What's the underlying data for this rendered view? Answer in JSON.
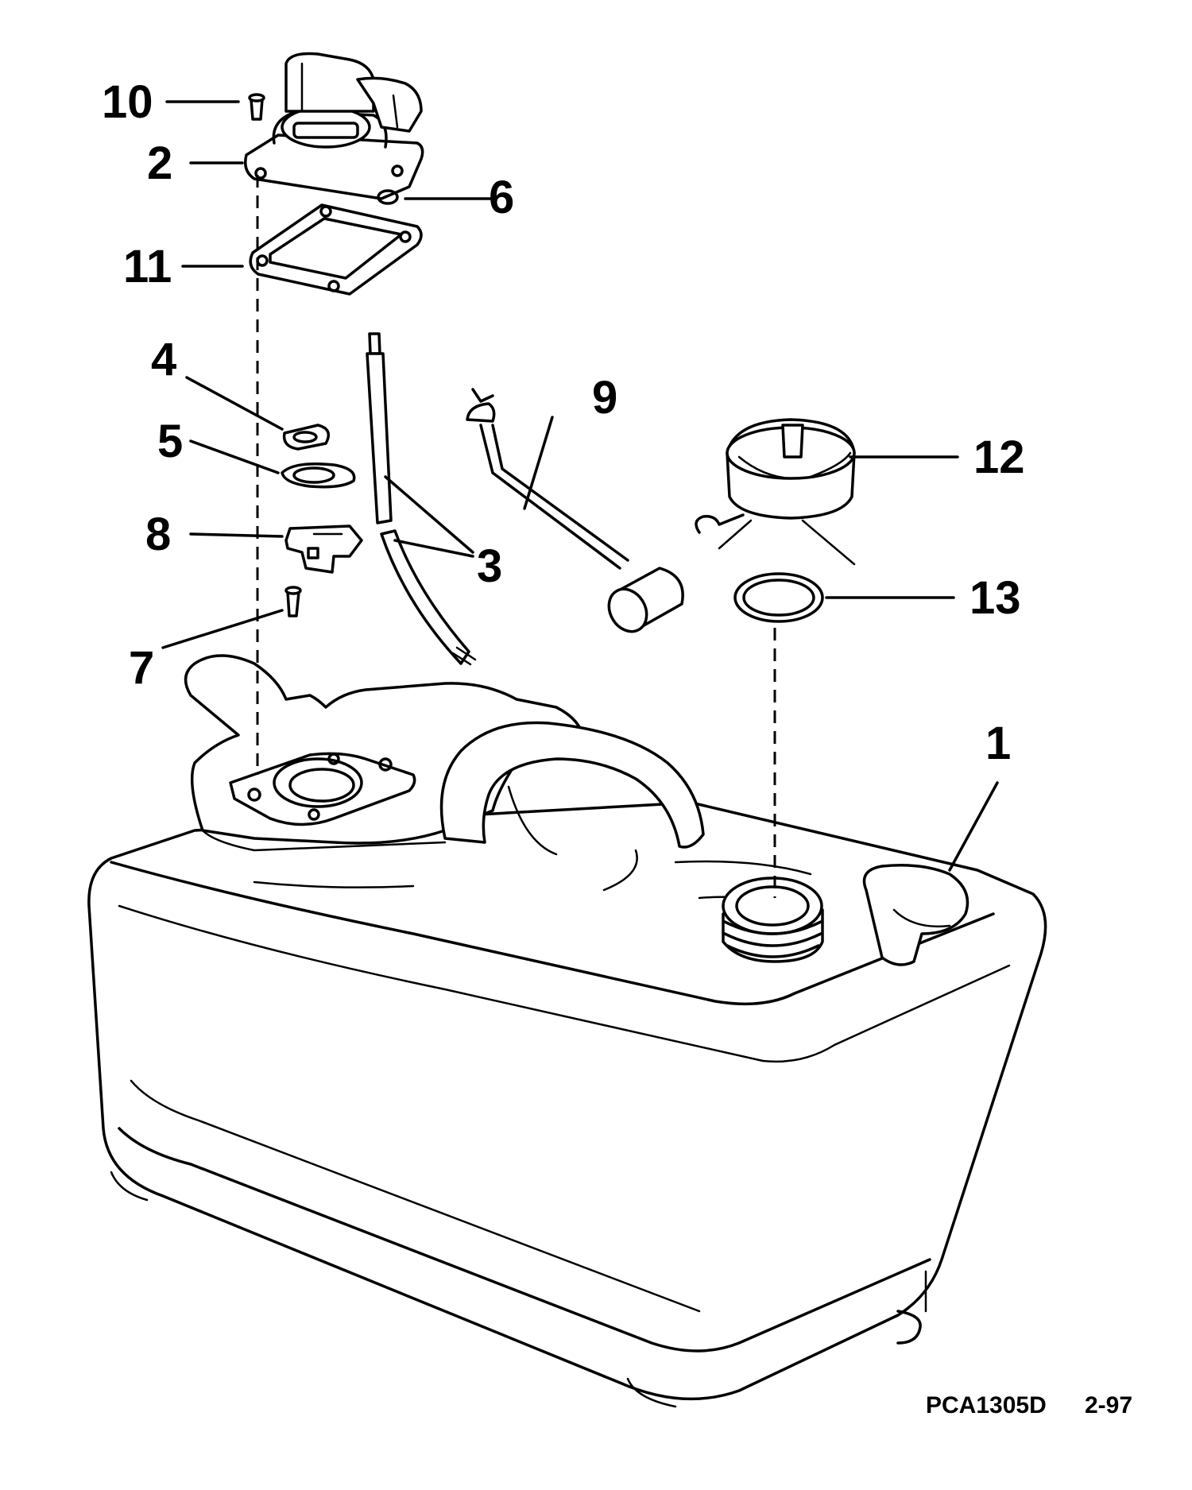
{
  "callouts": {
    "c1": "1",
    "c2": "2",
    "c3": "3",
    "c4": "4",
    "c5": "5",
    "c6": "6",
    "c7": "7",
    "c8": "8",
    "c9": "9",
    "c10": "10",
    "c11": "11",
    "c12": "12",
    "c13": "13"
  },
  "footer": {
    "code": "PCA1305D",
    "date": "2-97"
  }
}
